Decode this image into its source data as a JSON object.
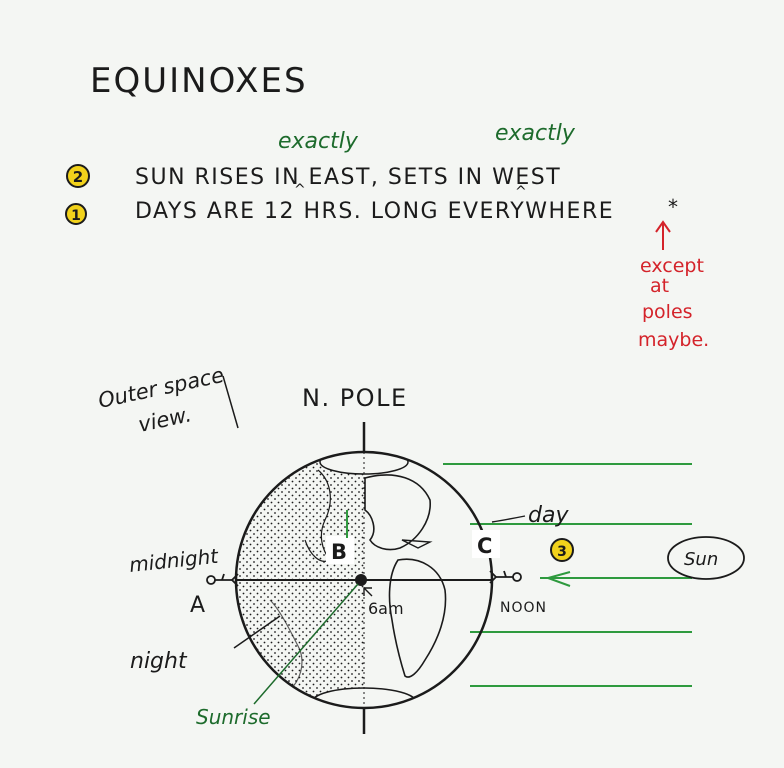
{
  "title": "EQUINOXES",
  "notes": {
    "exactly_1": "exactly",
    "exactly_2": "exactly",
    "line1_num": "2",
    "line1_text": "SUN RISES IN EAST, SETS IN WEST",
    "line2_num": "1",
    "line2_text": "DAYS ARE 12 HRS. LONG EVERYWHERE",
    "asterisk": "*",
    "except": [
      "except",
      "at",
      "poles",
      "maybe."
    ]
  },
  "diagram": {
    "outer_space": [
      "Outer space",
      "view."
    ],
    "n_pole": "N. POLE",
    "label_a": "A",
    "label_b": "B",
    "label_c": "C",
    "midnight": "midnight",
    "night": "night",
    "sunrise": "Sunrise",
    "six_am": "6am",
    "noon": "NOON",
    "day": "day",
    "num3": "3",
    "sun": "Sun"
  },
  "colors": {
    "ink": "#1b1b1b",
    "green": "#1d6b2c",
    "sunlight": "#2e9a3e",
    "red": "#d4232a",
    "yellow": "#f2d21b"
  }
}
